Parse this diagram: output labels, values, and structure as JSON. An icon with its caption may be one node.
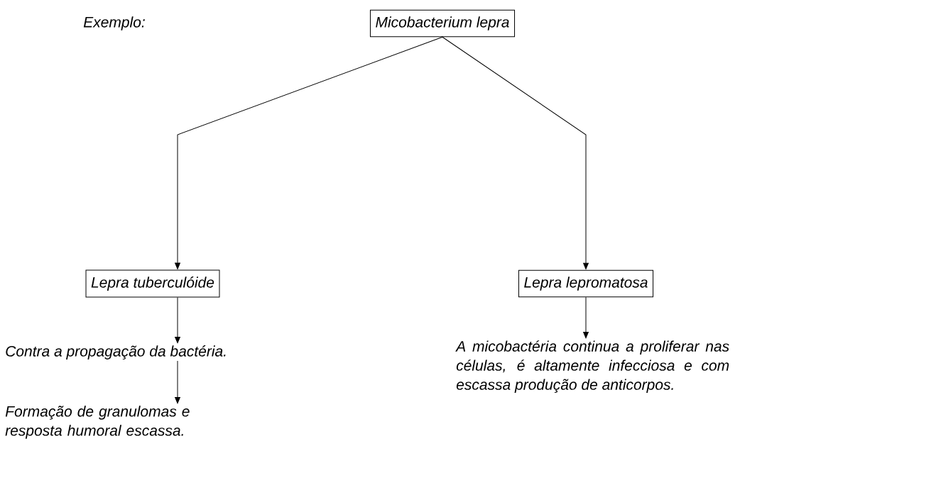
{
  "diagram": {
    "nodes": [
      {
        "text": [
          "Micobacterium lepra"
        ]
      },
      {
        "text": [
          "Lepra tuberculóide"
        ]
      },
      {
        "text": [
          "Lepra lepromatosa"
        ]
      },
      {
        "text": [
          "Contra a propagação da bactéria."
        ]
      },
      {
        "text": [
          "Formação de granulomas e resposta humoral escassa."
        ]
      },
      {
        "text": [
          "A micobactéria continua a proliferar nas células, é altamente infecciosa e com escassa produção de anticorpos."
        ]
      }
    ],
    "edges": [
      {
        "from": 0,
        "to": 1,
        "arrow": "to"
      },
      {
        "from": 0,
        "to": 2,
        "arrow": "to"
      },
      {
        "from": 1,
        "to": 3,
        "arrow": "to"
      },
      {
        "from": 3,
        "to": 4,
        "arrow": "to"
      },
      {
        "from": 2,
        "to": 5,
        "arrow": "to"
      }
    ],
    "labels": [
      "Exemplo:"
    ]
  }
}
